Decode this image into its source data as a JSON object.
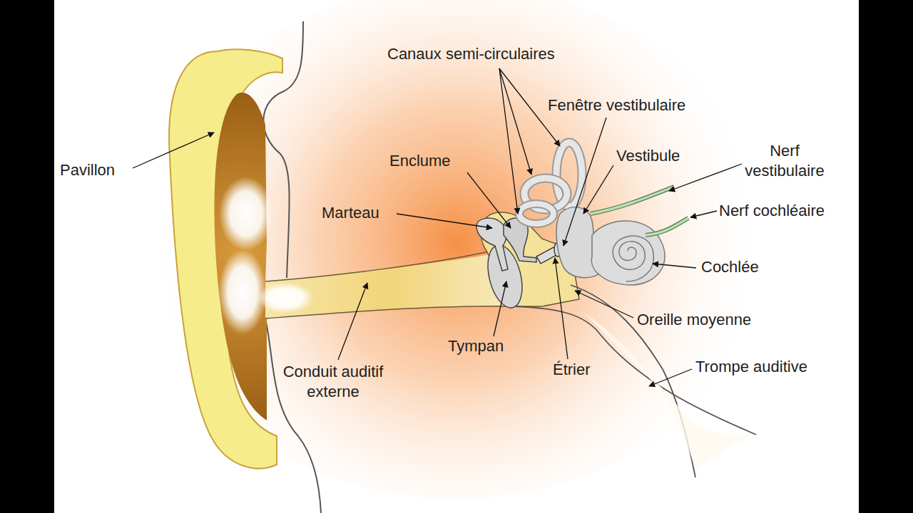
{
  "diagram": {
    "labels": [
      "Canaux semi-circulaires",
      "Fenêtre vestibulaire",
      "Enclume",
      "Vestibule",
      "Nerf vestibulaire",
      "Marteau",
      "Nerf cochléaire",
      "Pavillon",
      "Cochlée",
      "Oreille moyenne",
      "Tympan",
      "Étrier",
      "Trompe auditive",
      "Conduit auditif externe"
    ]
  }
}
